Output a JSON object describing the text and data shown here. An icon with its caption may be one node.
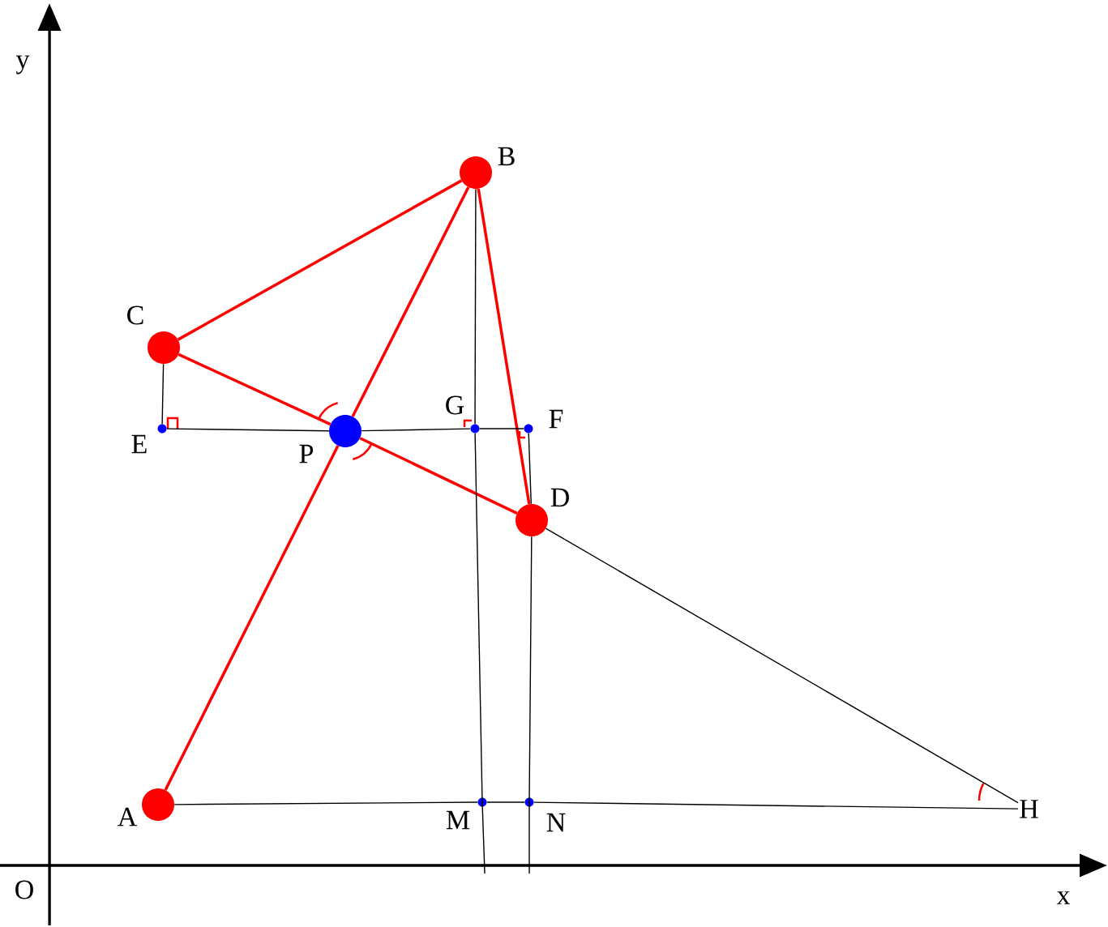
{
  "diagram": {
    "nodes": [
      {
        "text": [],
        "shape": "circle",
        "beside": [
          "A"
        ]
      },
      {
        "text": [],
        "shape": "circle",
        "beside": [
          "B"
        ]
      },
      {
        "text": [],
        "shape": "circle",
        "beside": [
          "C"
        ]
      },
      {
        "text": [],
        "shape": "circle",
        "beside": [
          "D"
        ]
      },
      {
        "text": [],
        "shape": "circle",
        "beside": [
          "P"
        ]
      },
      {
        "text": [],
        "shape": "circle",
        "beside": [
          "E"
        ]
      },
      {
        "text": [],
        "shape": "circle",
        "beside": [
          "F"
        ]
      },
      {
        "text": [],
        "shape": "circle",
        "beside": [
          "G"
        ]
      },
      {
        "text": [],
        "shape": "circle",
        "beside": [
          "M"
        ]
      },
      {
        "text": [],
        "shape": "circle",
        "beside": [
          "N"
        ]
      },
      {
        "text": [
          "H"
        ]
      }
    ],
    "edges": [
      {
        "from": 2,
        "to": 1,
        "arrow": "none",
        "style": "thick",
        "color": "#ff0000"
      },
      {
        "from": 1,
        "to": 4,
        "arrow": "none",
        "style": "thick",
        "color": "#ff0000"
      },
      {
        "from": 4,
        "to": 0,
        "arrow": "none",
        "style": "thick",
        "color": "#ff0000"
      },
      {
        "from": 2,
        "to": 4,
        "arrow": "none",
        "style": "thick",
        "color": "#ff0000"
      },
      {
        "from": 4,
        "to": 3,
        "arrow": "none",
        "style": "thick",
        "color": "#ff0000"
      },
      {
        "from": 1,
        "to": 3,
        "arrow": "none",
        "style": "thick",
        "color": "#ff0000"
      },
      {
        "from": 2,
        "to": 5,
        "arrow": "none"
      },
      {
        "from": 5,
        "to": 4,
        "arrow": "none"
      },
      {
        "from": 4,
        "to": 7,
        "arrow": "none"
      },
      {
        "from": 7,
        "to": 6,
        "arrow": "none"
      },
      {
        "from": 1,
        "to": 7,
        "arrow": "none"
      },
      {
        "from": 7,
        "to": 8,
        "arrow": "none"
      },
      {
        "from": 6,
        "to": 3,
        "arrow": "none"
      },
      {
        "from": 3,
        "to": 9,
        "arrow": "none"
      },
      {
        "from": 0,
        "to": 8,
        "arrow": "none"
      },
      {
        "from": 8,
        "to": 9,
        "arrow": "none"
      },
      {
        "from": 9,
        "to": 10,
        "arrow": "none"
      },
      {
        "from": 3,
        "to": 10,
        "arrow": "none"
      }
    ],
    "labels": [
      "y",
      "O",
      "x"
    ]
  }
}
